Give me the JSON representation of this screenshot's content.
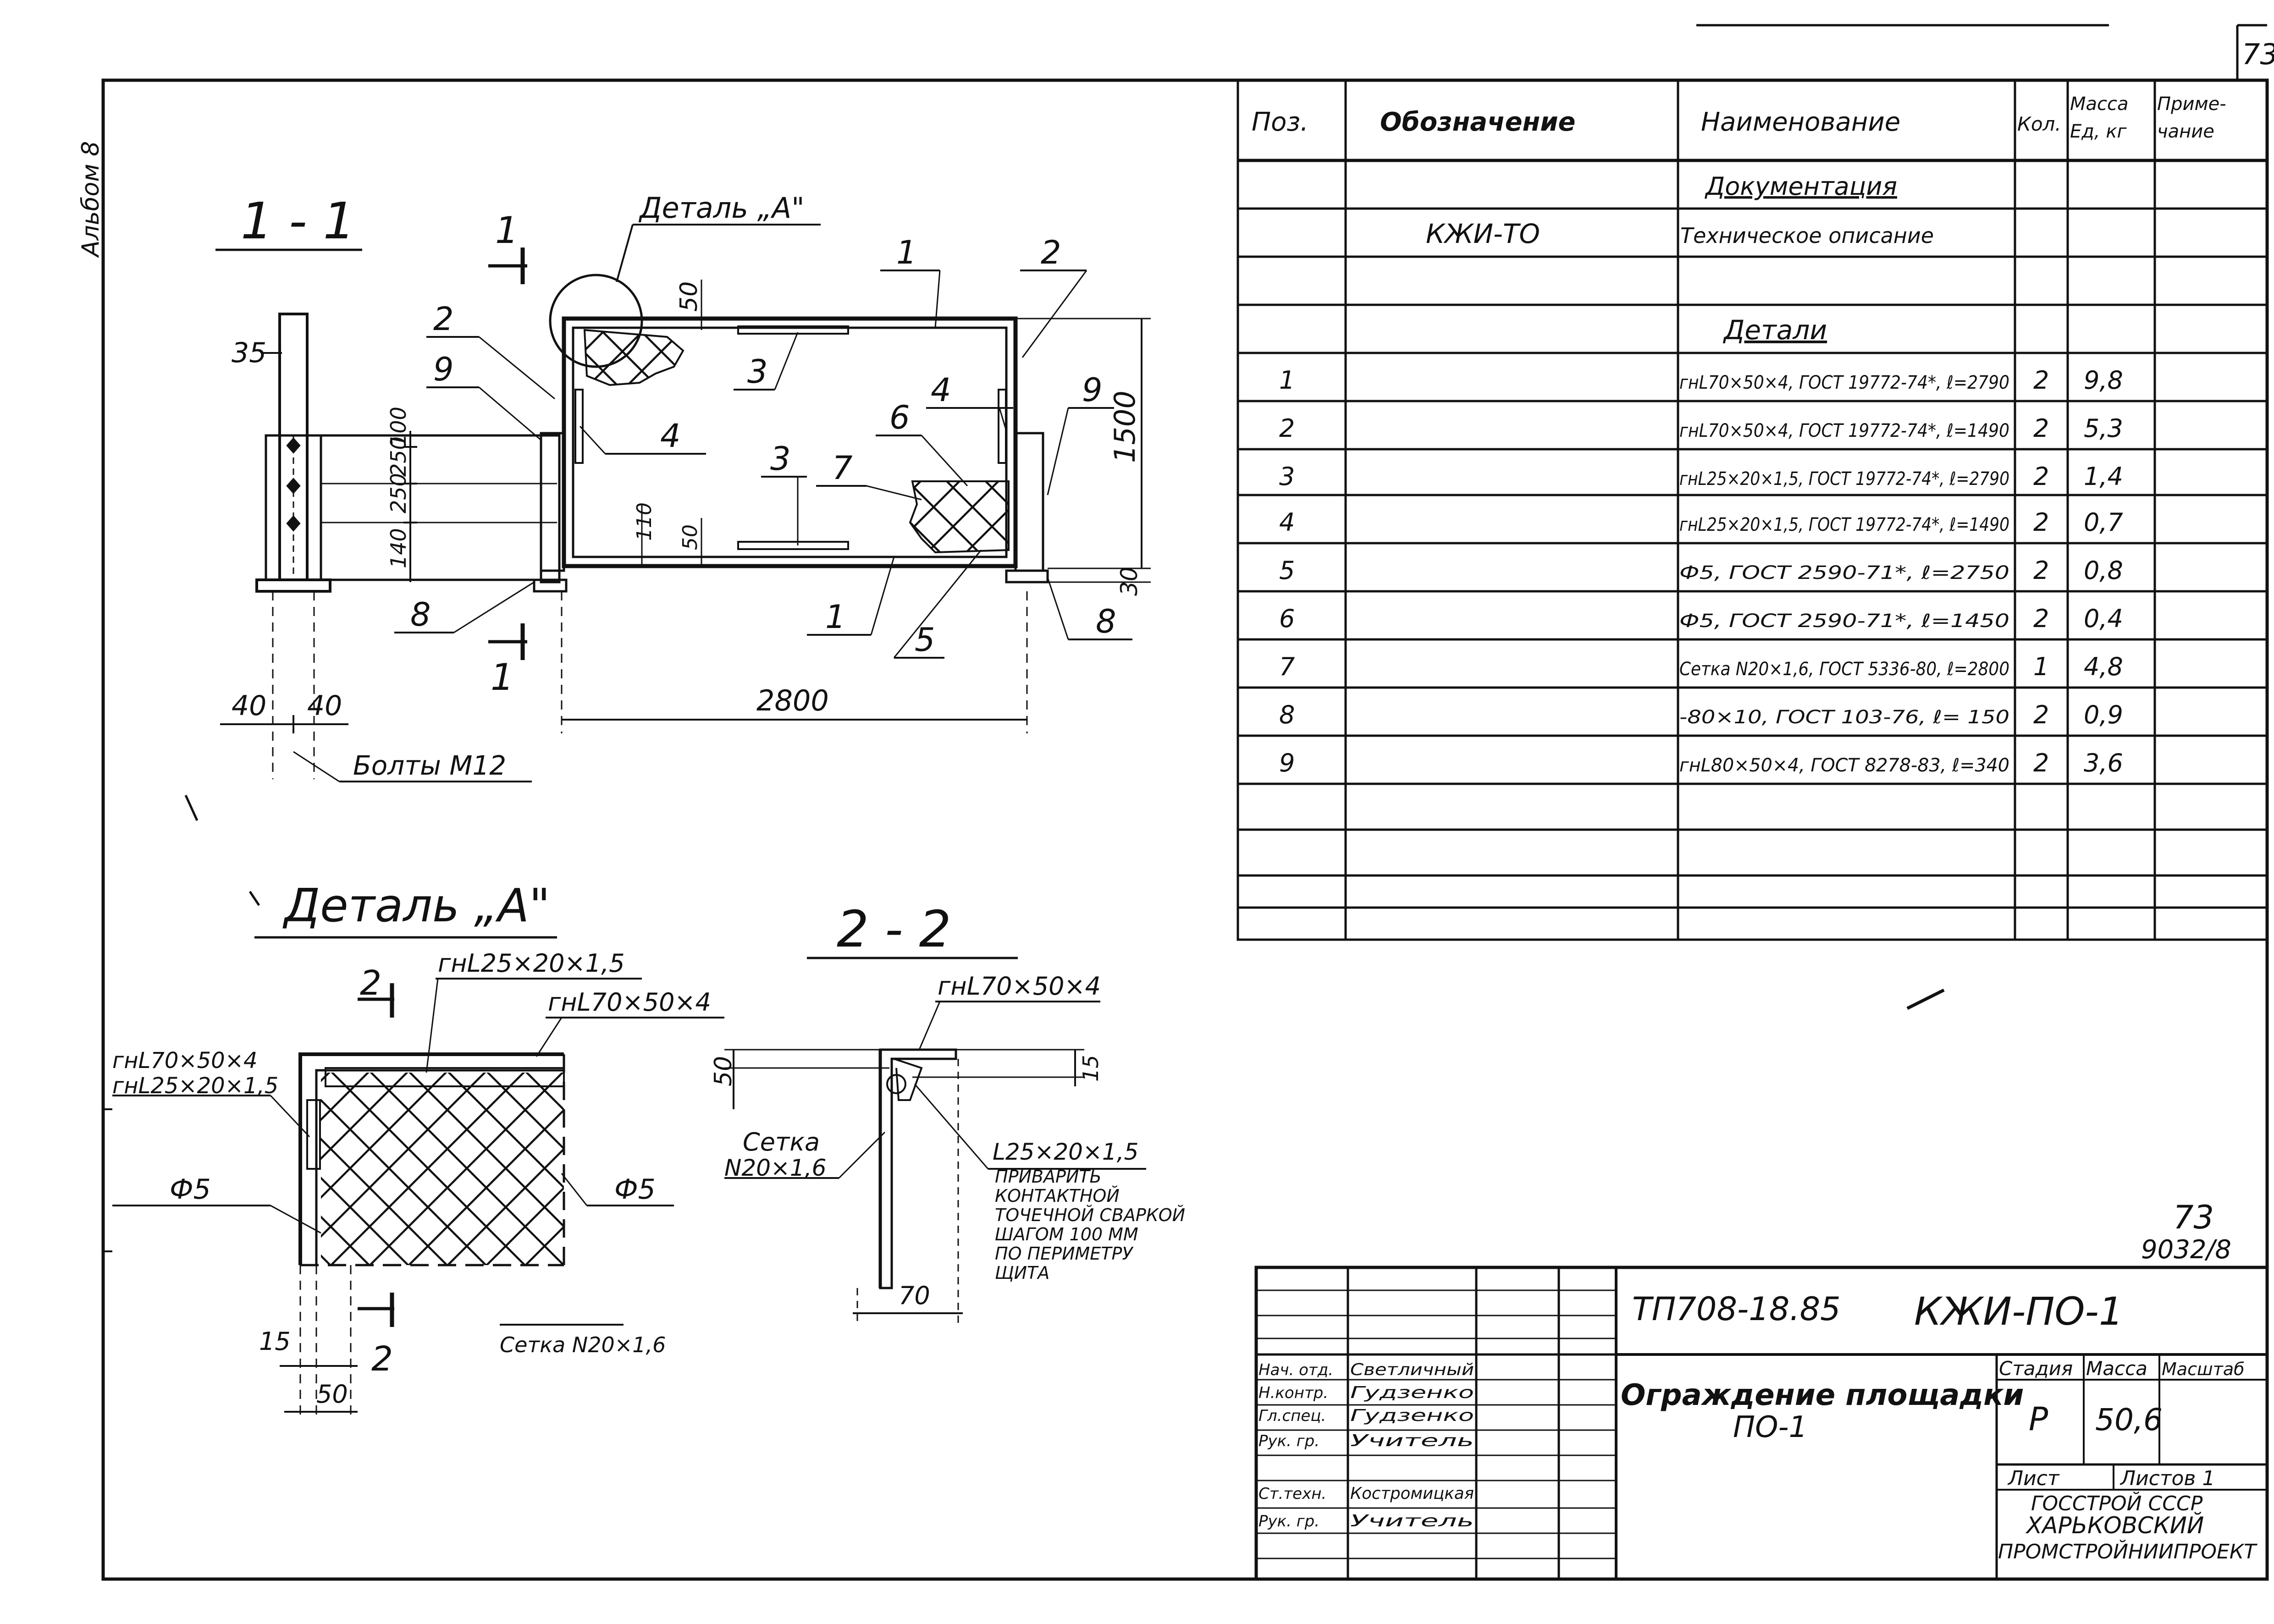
{
  "sheet": {
    "page_no_top": "73",
    "album_label": "Альбом 8",
    "page_stamp": "73",
    "archive_no": "9032/8"
  },
  "spec_table": {
    "headers": {
      "pos": "Поз.",
      "designation": "Обозначение",
      "name": "Наименование",
      "qty": "Кол.",
      "mass": "Масса ед, кг",
      "note": "Приме- чание"
    },
    "section_docs": "Документация",
    "doc_row": {
      "designation": "КЖИ-ТО",
      "name": "Техническое описание"
    },
    "section_parts": "Детали",
    "rows": [
      {
        "pos": "1",
        "name": "гнL70×50×4, ГОСТ 19772-74*, ℓ=2790",
        "qty": "2",
        "mass": "9,8"
      },
      {
        "pos": "2",
        "name": "гнL70×50×4, ГОСТ 19772-74*, ℓ=1490",
        "qty": "2",
        "mass": "5,3"
      },
      {
        "pos": "3",
        "name": "гнL25×20×1,5, ГОСТ 19772-74*, ℓ=2790",
        "qty": "2",
        "mass": "1,4"
      },
      {
        "pos": "4",
        "name": "гнL25×20×1,5, ГОСТ 19772-74*, ℓ=1490",
        "qty": "2",
        "mass": "0,7"
      },
      {
        "pos": "5",
        "name": "Ф5, ГОСТ 2590-71*, ℓ=2750",
        "qty": "2",
        "mass": "0,8"
      },
      {
        "pos": "6",
        "name": "Ф5, ГОСТ 2590-71*, ℓ=1450",
        "qty": "2",
        "mass": "0,4"
      },
      {
        "pos": "7",
        "name": "Сетка N20×1,6, ГОСТ 5336-80, ℓ=2800",
        "qty": "1",
        "mass": "4,8"
      },
      {
        "pos": "8",
        "name": "-80×10, ГОСТ 103-76, ℓ= 150",
        "qty": "2",
        "mass": "0,9"
      },
      {
        "pos": "9",
        "name": "гнL80×50×4, ГОСТ 8278-83, ℓ=340",
        "qty": "2",
        "mass": "3,6"
      }
    ]
  },
  "view_1_1": {
    "title": "1 - 1",
    "detail_callout": "Деталь „А\"",
    "cut_label": "1",
    "dims": {
      "d35": "35",
      "d50top": "50",
      "d100": "100",
      "d250a": "250",
      "d250b": "250",
      "d140": "140",
      "d110": "110",
      "d50bot": "50",
      "d1500": "1500",
      "d30": "30",
      "d40a": "40",
      "d40b": "40",
      "d2800": "2800"
    },
    "leaders": {
      "p1a": "1",
      "p2a": "2",
      "p2b": "2",
      "p3a": "3",
      "p3b": "3",
      "p4a": "4",
      "p4b": "4",
      "p5": "5",
      "p6": "6",
      "p7": "7",
      "p8a": "8",
      "p8b": "8",
      "p9a": "9",
      "p9b": "9",
      "p1b": "1"
    },
    "bolts": "Болты М12"
  },
  "detail_a": {
    "title": "Деталь „А\"",
    "cut_label": "2",
    "labels": {
      "angle_small_top": "гнL25×20×1,5",
      "angle_big_top": "гнL70×50×4",
      "left_1": "гнL70×50×4",
      "left_2": "гнL25×20×1,5",
      "rod_left": "Ф5",
      "rod_right": "Ф5",
      "mesh": "Сетка N20×1,6",
      "d15": "15",
      "d50": "50"
    }
  },
  "view_2_2": {
    "title": "2 - 2",
    "labels": {
      "angle_top": "гнL70×50×4",
      "d50": "50",
      "d15": "15",
      "mesh": "Сетка N20×1,6",
      "angle_small": "L25×20×1,5",
      "weld_note": [
        "ПРИВАРИТЬ",
        "КОНТАКТНОЙ",
        "ТОЧЕЧНОЙ СВАРКОЙ",
        "ШАГОМ 100 ММ",
        "ПО ПЕРИМЕТРУ",
        "ЩИТА"
      ],
      "d70": "70"
    }
  },
  "title_block": {
    "project_code": "ТП708-18.85",
    "doc_code": "КЖИ-ПО-1",
    "title_line1": "Ограждение площадки",
    "title_line2": "ПО-1",
    "stage_h": "Стадия",
    "mass_h": "Масса",
    "scale_h": "Масштаб",
    "stage": "Р",
    "mass": "50,6",
    "sheet_h": "Лист",
    "sheets_h": "Листов 1",
    "org_1": "ГОССТРОЙ СССР",
    "org_2": "ХАРЬКОВСКИЙ",
    "org_3": "ПРОМСТРОЙНИИПРОЕКТ",
    "signatures": [
      {
        "role": "Нач. отд.",
        "name": "Светличный"
      },
      {
        "role": "Н.контр.",
        "name": "Гудзенко"
      },
      {
        "role": "Гл.спец.",
        "name": "Гудзенко"
      },
      {
        "role": "Рук. гр.",
        "name": "Учитель"
      },
      {
        "role": "Ст.техн.",
        "name": "Костромицкая"
      },
      {
        "role": "Рук. гр.",
        "name": "Учитель"
      }
    ]
  }
}
